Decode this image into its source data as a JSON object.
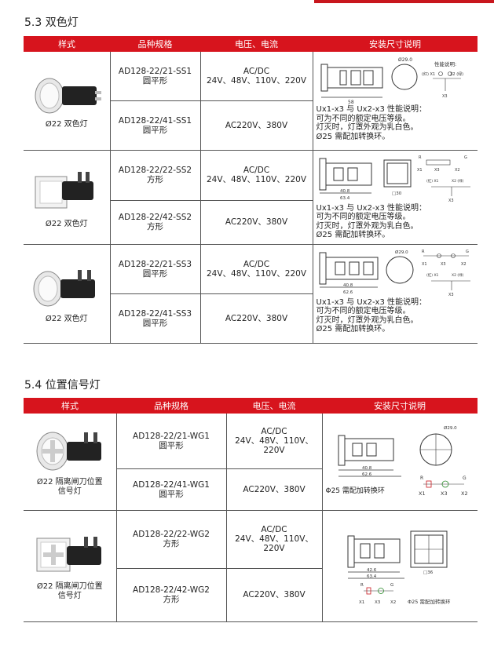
{
  "section1": {
    "title": "5.3  双色灯",
    "headers": [
      "样式",
      "品种规格",
      "电压、电流",
      "安装尺寸说明"
    ],
    "groups": [
      {
        "style_label": "Ø22 双色灯",
        "shape_kind": "round",
        "rows": [
          {
            "model": "AD128-22/21-SS1",
            "shape": "圆平形",
            "voltage_line1": "AC/DC",
            "voltage_line2": "24V、48V、110V、220V"
          },
          {
            "model": "AD128-22/41-SS1",
            "shape": "圆平形",
            "voltage_line1": "AC220V、380V",
            "voltage_line2": ""
          }
        ],
        "dims": [
          "Ø29.0",
          "58"
        ],
        "legend": {
          "title": "性能说明:",
          "labels": [
            "(红) X1",
            "X2 (绿)",
            "X3"
          ]
        },
        "notes": [
          "Ux1-x3 与 Ux2-x3 性能说明：",
          "可为不同的额定电压等级。",
          "灯灭时，灯罩外观为乳白色。",
          "Ø25 需配加转换环。"
        ]
      },
      {
        "style_label": "Ø22 双色灯",
        "shape_kind": "square",
        "rows": [
          {
            "model": "AD128-22/22-SS2",
            "shape": "方形",
            "voltage_line1": "AC/DC",
            "voltage_line2": "24V、48V、110V、220V"
          },
          {
            "model": "AD128-22/42-SS2",
            "shape": "方形",
            "voltage_line1": "AC220V、380V",
            "voltage_line2": ""
          }
        ],
        "dims": [
          "40.8",
          "63.4",
          "□30"
        ],
        "legend": {
          "labels": [
            "R",
            "G",
            "X1",
            "X3",
            "X2",
            "(红) X1",
            "X2 (绿)",
            "X3"
          ]
        },
        "notes": [
          "Ux1-x3 与 Ux2-x3 性能说明：",
          "可为不同的额定电压等级。",
          "灯灭时，灯罩外观为乳白色。",
          "Ø25 需配加转换环。"
        ]
      },
      {
        "style_label": "Ø22 双色灯",
        "shape_kind": "round",
        "rows": [
          {
            "model": "AD128-22/21-SS3",
            "shape": "圆平形",
            "voltage_line1": "AC/DC",
            "voltage_line2": "24V、48V、110V、220V"
          },
          {
            "model": "AD128-22/41-SS3",
            "shape": "圆平形",
            "voltage_line1": "AC220V、380V",
            "voltage_line2": ""
          }
        ],
        "dims": [
          "Ø29.0",
          "40.8",
          "62.6"
        ],
        "legend": {
          "labels": [
            "R",
            "G",
            "X1",
            "X3",
            "X2",
            "(红) X1",
            "X2 (绿)",
            "X3"
          ]
        },
        "notes": [
          "Ux1-x3 与 Ux2-x3 性能说明：",
          "可为不同的额定电压等级。",
          "灯灭时，灯罩外观为乳白色。",
          "Ø25 需配加转换环。"
        ]
      }
    ]
  },
  "section2": {
    "title": "5.4 位置信号灯",
    "headers": [
      "样式",
      "品种规格",
      "电压、电流",
      "安装尺寸说明"
    ],
    "groups": [
      {
        "style_label_line1": "Ø22 隔离闸刀位置",
        "style_label_line2": "信号灯",
        "shape_kind": "round",
        "rows": [
          {
            "model": "AD128-22/21-WG1",
            "shape": "圆平形",
            "voltage_line1": "AC/DC",
            "voltage_line2": "24V、48V、110V、",
            "voltage_line3": "220V"
          },
          {
            "model": "AD128-22/41-WG1",
            "shape": "圆平形",
            "voltage_line1": "AC220V、380V",
            "voltage_line2": "",
            "voltage_line3": ""
          }
        ],
        "dims": [
          "Ø29.0",
          "40.8",
          "62.6"
        ],
        "legend": {
          "labels": [
            "R",
            "G",
            "X1",
            "X3",
            "X2"
          ]
        },
        "notes": [
          "Φ25 需配加转换环"
        ]
      },
      {
        "style_label_line1": "Ø22 隔离闸刀位置",
        "style_label_line2": "信号灯",
        "shape_kind": "square",
        "rows": [
          {
            "model": "AD128-22/22-WG2",
            "shape": "方形",
            "voltage_line1": "AC/DC",
            "voltage_line2": "24V、48V、110V、",
            "voltage_line3": "220V"
          },
          {
            "model": "AD128-22/42-WG2",
            "shape": "方形",
            "voltage_line1": "AC220V、380V",
            "voltage_line2": "",
            "voltage_line3": ""
          }
        ],
        "dims": [
          "42.6",
          "63.4",
          "□36"
        ],
        "legend": {
          "labels": [
            "R",
            "G",
            "X1",
            "X3",
            "X2"
          ]
        },
        "notes": [
          "Φ25 需配加转换环"
        ]
      }
    ]
  },
  "colors": {
    "accent": "#d7141d",
    "text": "#222222",
    "rule": "#555555"
  }
}
